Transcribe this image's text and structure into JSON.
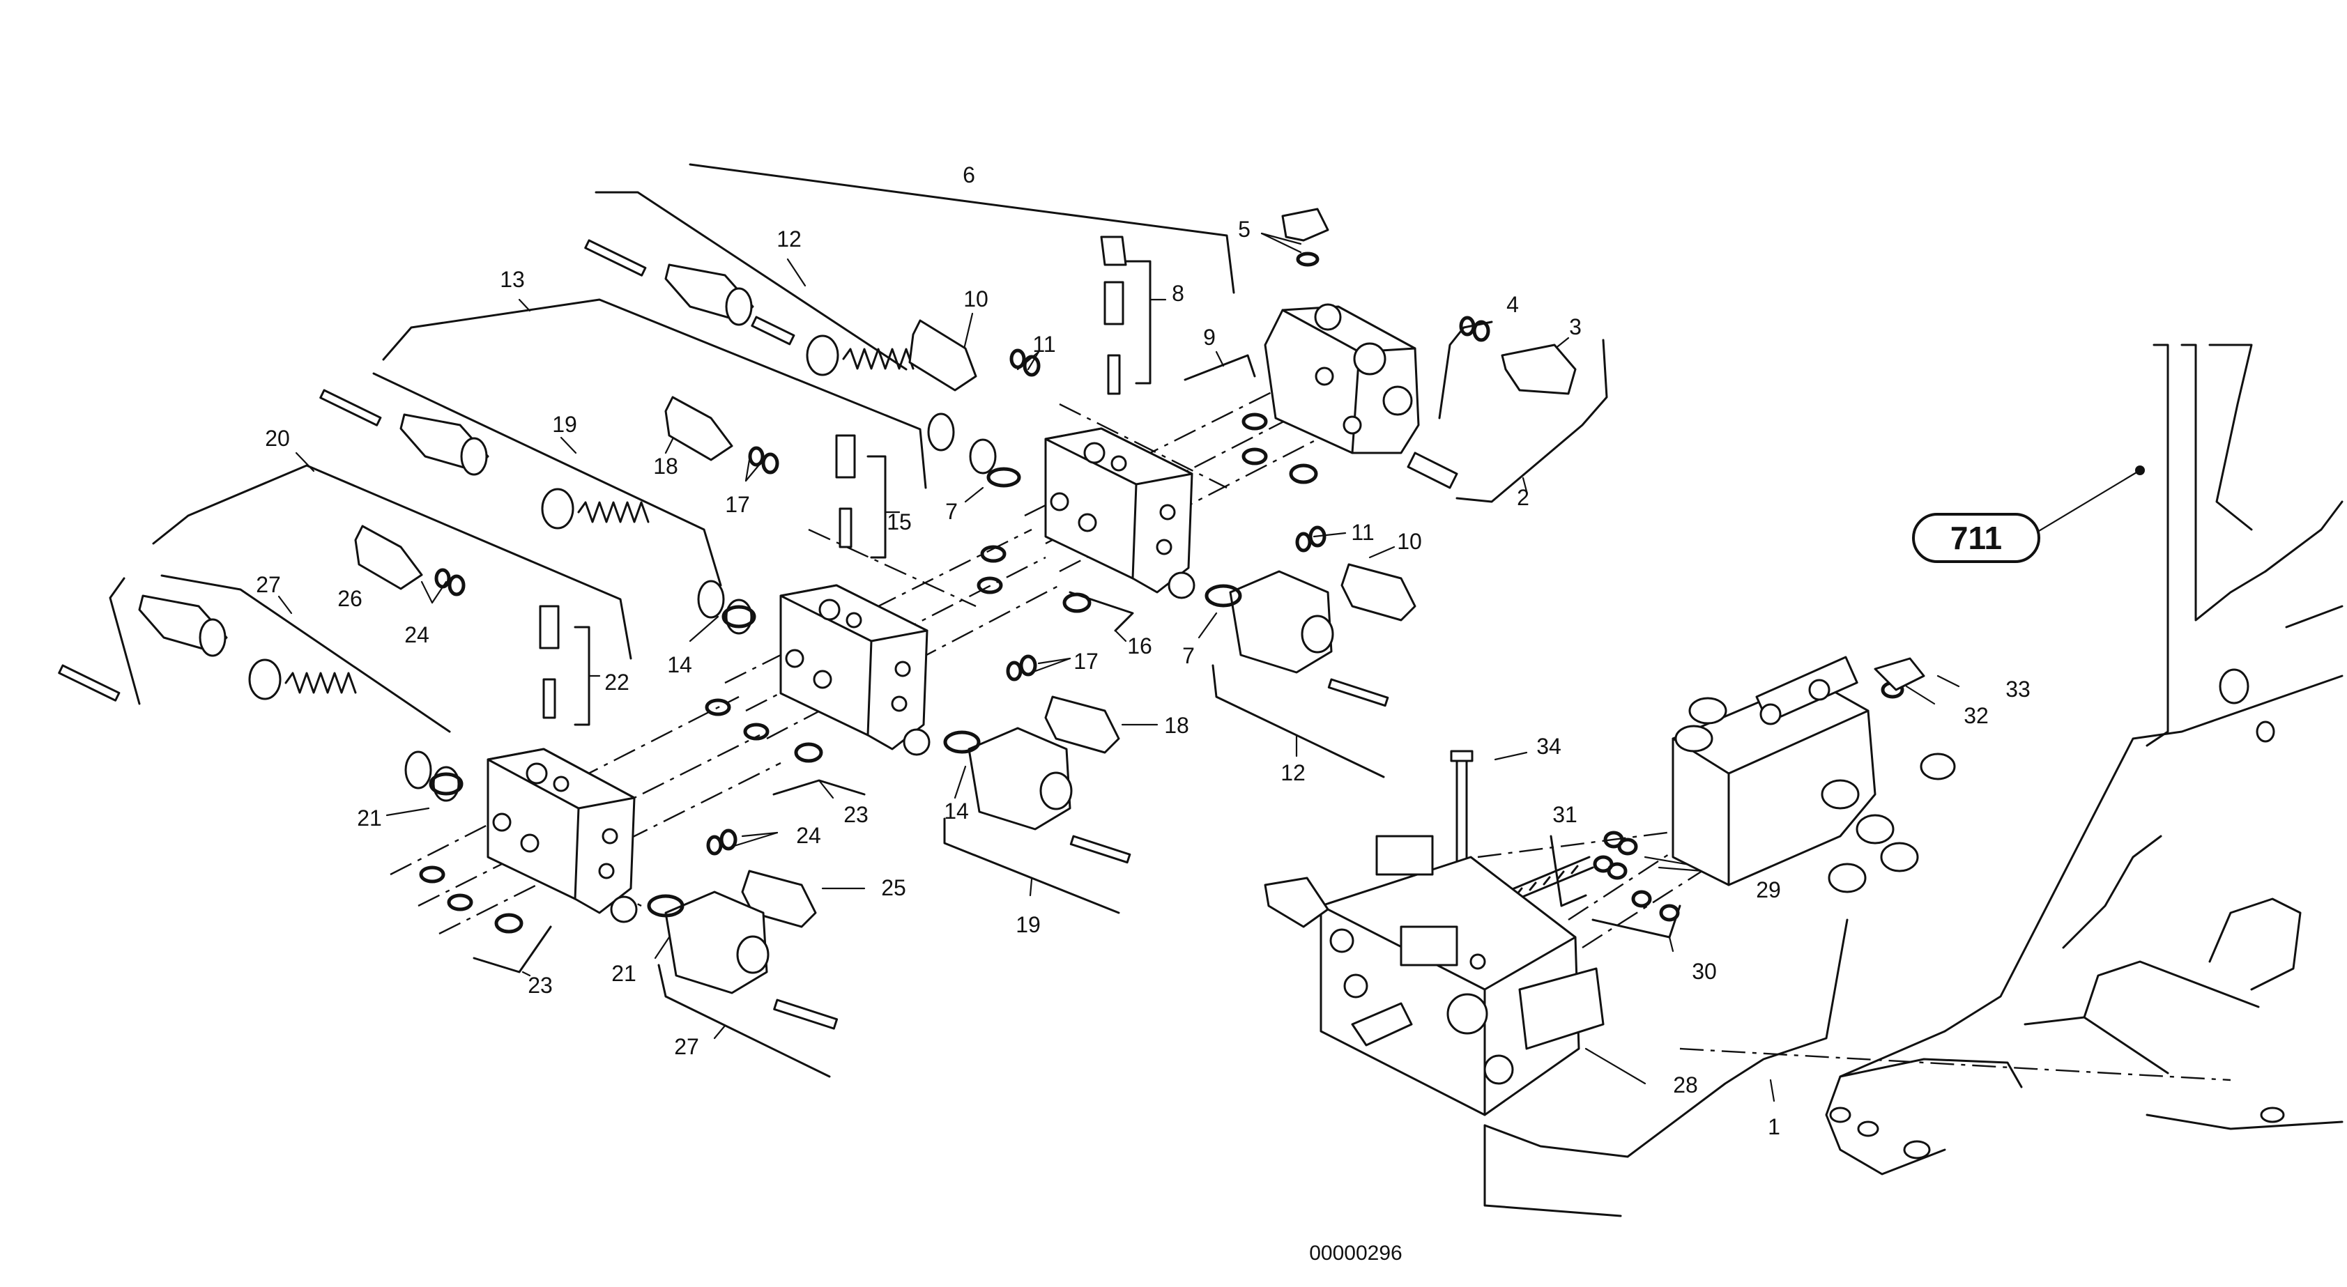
{
  "reference_badge": "711",
  "figure_number": "00000296",
  "callouts": [
    {
      "id": "c6",
      "text": "6"
    },
    {
      "id": "c12a",
      "text": "12"
    },
    {
      "id": "c13",
      "text": "13"
    },
    {
      "id": "c5",
      "text": "5"
    },
    {
      "id": "c10a",
      "text": "10"
    },
    {
      "id": "c11a",
      "text": "11"
    },
    {
      "id": "c8",
      "text": "8"
    },
    {
      "id": "c9",
      "text": "9"
    },
    {
      "id": "c4",
      "text": "4"
    },
    {
      "id": "c3",
      "text": "3"
    },
    {
      "id": "c2",
      "text": "2"
    },
    {
      "id": "c19a",
      "text": "19"
    },
    {
      "id": "c20",
      "text": "20"
    },
    {
      "id": "c18a",
      "text": "18"
    },
    {
      "id": "c17a",
      "text": "17"
    },
    {
      "id": "c15",
      "text": "15"
    },
    {
      "id": "c7a",
      "text": "7"
    },
    {
      "id": "c11b",
      "text": "11"
    },
    {
      "id": "c10b",
      "text": "10"
    },
    {
      "id": "c27a",
      "text": "27"
    },
    {
      "id": "c26",
      "text": "26"
    },
    {
      "id": "c24a",
      "text": "24"
    },
    {
      "id": "c14a",
      "text": "14"
    },
    {
      "id": "c16",
      "text": "16"
    },
    {
      "id": "c7b",
      "text": "7"
    },
    {
      "id": "c22",
      "text": "22"
    },
    {
      "id": "c17b",
      "text": "17"
    },
    {
      "id": "c18b",
      "text": "18"
    },
    {
      "id": "c12b",
      "text": "12"
    },
    {
      "id": "c21a",
      "text": "21"
    },
    {
      "id": "c23a",
      "text": "23"
    },
    {
      "id": "c14b",
      "text": "14"
    },
    {
      "id": "c24b",
      "text": "24"
    },
    {
      "id": "c25",
      "text": "25"
    },
    {
      "id": "c19b",
      "text": "19"
    },
    {
      "id": "c23b",
      "text": "23"
    },
    {
      "id": "c21b",
      "text": "21"
    },
    {
      "id": "c27b",
      "text": "27"
    },
    {
      "id": "c34",
      "text": "34"
    },
    {
      "id": "c31",
      "text": "31"
    },
    {
      "id": "c29",
      "text": "29"
    },
    {
      "id": "c30",
      "text": "30"
    },
    {
      "id": "c28",
      "text": "28"
    },
    {
      "id": "c1",
      "text": "1"
    },
    {
      "id": "c33",
      "text": "33"
    },
    {
      "id": "c32",
      "text": "32"
    }
  ]
}
